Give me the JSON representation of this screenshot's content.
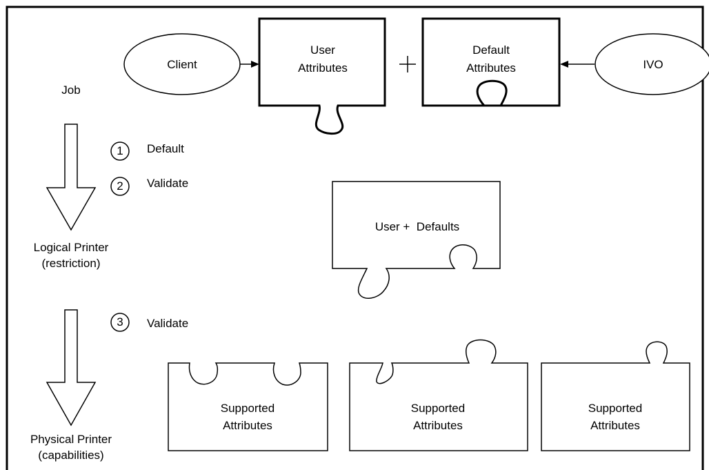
{
  "top": {
    "client": "Client",
    "user_attributes": [
      "User",
      "Attributes"
    ],
    "plus": "+",
    "default_attributes": [
      "Default",
      "Attributes"
    ],
    "ivo": "IVO"
  },
  "flow": {
    "job": "Job",
    "steps": [
      {
        "num": "1",
        "label": "Default"
      },
      {
        "num": "2",
        "label": "Validate"
      },
      {
        "num": "3",
        "label": "Validate"
      }
    ],
    "logical_printer": [
      "Logical Printer",
      "(restriction)"
    ],
    "physical_printer": [
      "Physical Printer",
      "(capabilities)"
    ]
  },
  "combined_piece": "User +  Defaults",
  "supported_pieces": [
    [
      "Supported",
      "Attributes"
    ],
    [
      "Supported",
      "Attributes"
    ],
    [
      "Supported",
      "Attributes"
    ]
  ]
}
